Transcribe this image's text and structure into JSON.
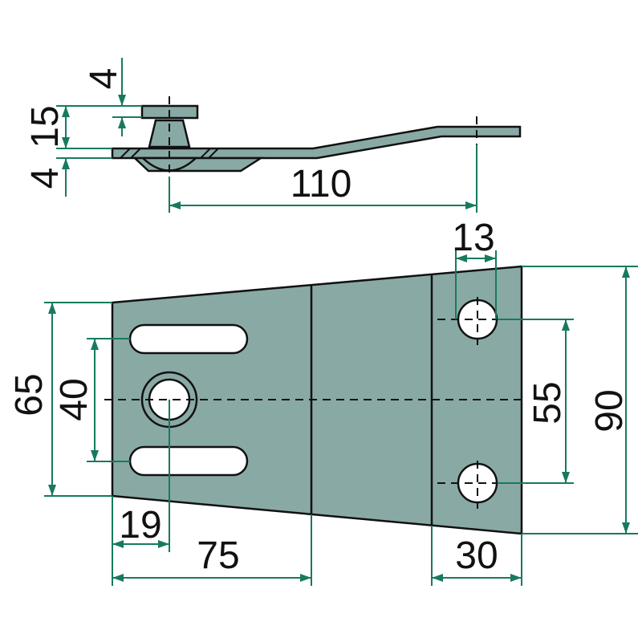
{
  "title": "Mounting bracket dimension drawing",
  "colors": {
    "part_fill": "#89a9a5",
    "dimension_line": "#177a5f"
  },
  "dimensions": {
    "washer_thickness": "4",
    "stud_height": "15",
    "plate_thickness": "4",
    "hole_offset_length": "110",
    "hole_diameter": "13",
    "plate_height_left": "65",
    "slot_spacing": "40",
    "right_hole_spacing": "55",
    "plate_height_right": "90",
    "hole_edge_distance": "19",
    "left_section_length": "75",
    "right_section_length": "30"
  }
}
